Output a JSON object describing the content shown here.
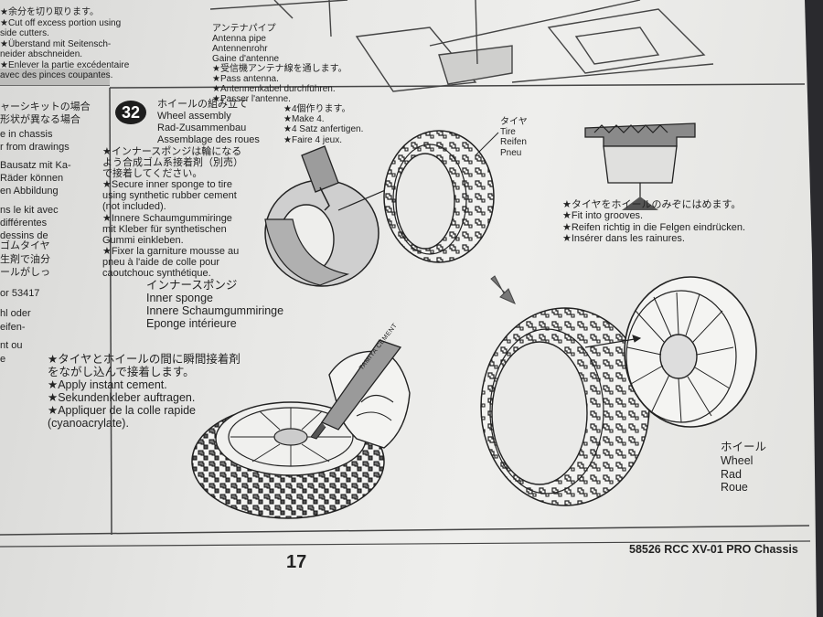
{
  "left_column": {
    "top_lines": [
      "★余分を切り取ります。",
      "★Cut off excess portion using",
      "side cutters.",
      "★Überstand mit Seitensch-",
      "neider abschneiden.",
      "★Enlever la partie excédentaire",
      "avec des pinces coupantes."
    ],
    "mid_lines": [
      "ャーシキットの場合",
      "形状が異なる場合",
      "e in chassis",
      "r from drawings",
      "Bausatz mit Ka-",
      "Räder können",
      "en Abbildung",
      "ns le kit avec",
      "différentes",
      "dessins de"
    ],
    "low_lines": [
      "ゴムタイヤ",
      "生剤で油分",
      "ールがしっ",
      "or 53417",
      "hl oder",
      "eifen-",
      "nt ou",
      "e"
    ]
  },
  "antenna_note": {
    "lines": [
      "アンテナパイプ",
      "Antenna pipe",
      "Antennenrohr",
      "Gaine d'antenne",
      "★受信機アンテナ線を通します。",
      "★Pass antenna.",
      "★Antennenkabel durchführen.",
      "★Passer l'antenne."
    ]
  },
  "step": {
    "number": "32",
    "title_lines": [
      "ホイールの組み立て",
      "Wheel assembly",
      "Rad-Zusammenbau",
      "Assemblage des roues"
    ],
    "quantity_lines": [
      "★4個作ります。",
      "★Make 4.",
      "★4 Satz anfertigen.",
      "★Faire 4 jeux."
    ],
    "sponge_note": [
      "★インナースポンジは輪になる",
      "よう合成ゴム系接着剤（別売）",
      "で接着してください。",
      "★Secure inner sponge to tire",
      "using synthetic rubber cement",
      "(not included).",
      "★Innere Schaumgummiringe",
      "mit Kleber für synthetischen",
      "Gummi einkleben.",
      "★Fixer la garniture mousse au",
      "pneu à l'aide de colle pour",
      "caoutchouc synthétique."
    ],
    "tire_label": [
      "タイヤ",
      "Tire",
      "Reifen",
      "Pneu"
    ],
    "grooves_note": [
      "★タイヤをホイールのみぞにはめます。",
      "★Fit into grooves.",
      "★Reifen richtig in die Felgen eindrücken.",
      "★Insérer dans les rainures."
    ],
    "sponge_label": [
      "インナースポンジ",
      "Inner sponge",
      "Innere Schaumgummiringe",
      "Eponge intérieure"
    ],
    "cement_note": [
      "★タイヤとホイールの間に瞬間接着剤",
      "をながし込んで接着します。",
      "★Apply instant cement.",
      "★Sekundenkleber auftragen.",
      "★Appliquer de la colle rapide",
      "(cyanoacrylate)."
    ],
    "wheel_label": [
      "ホイール",
      "Wheel",
      "Rad",
      "Roue"
    ],
    "bottle_text": "TAMIYA CEMENT"
  },
  "footer": {
    "page_number": "17",
    "product": "58526 RCC XV-01 PRO Chassis"
  }
}
